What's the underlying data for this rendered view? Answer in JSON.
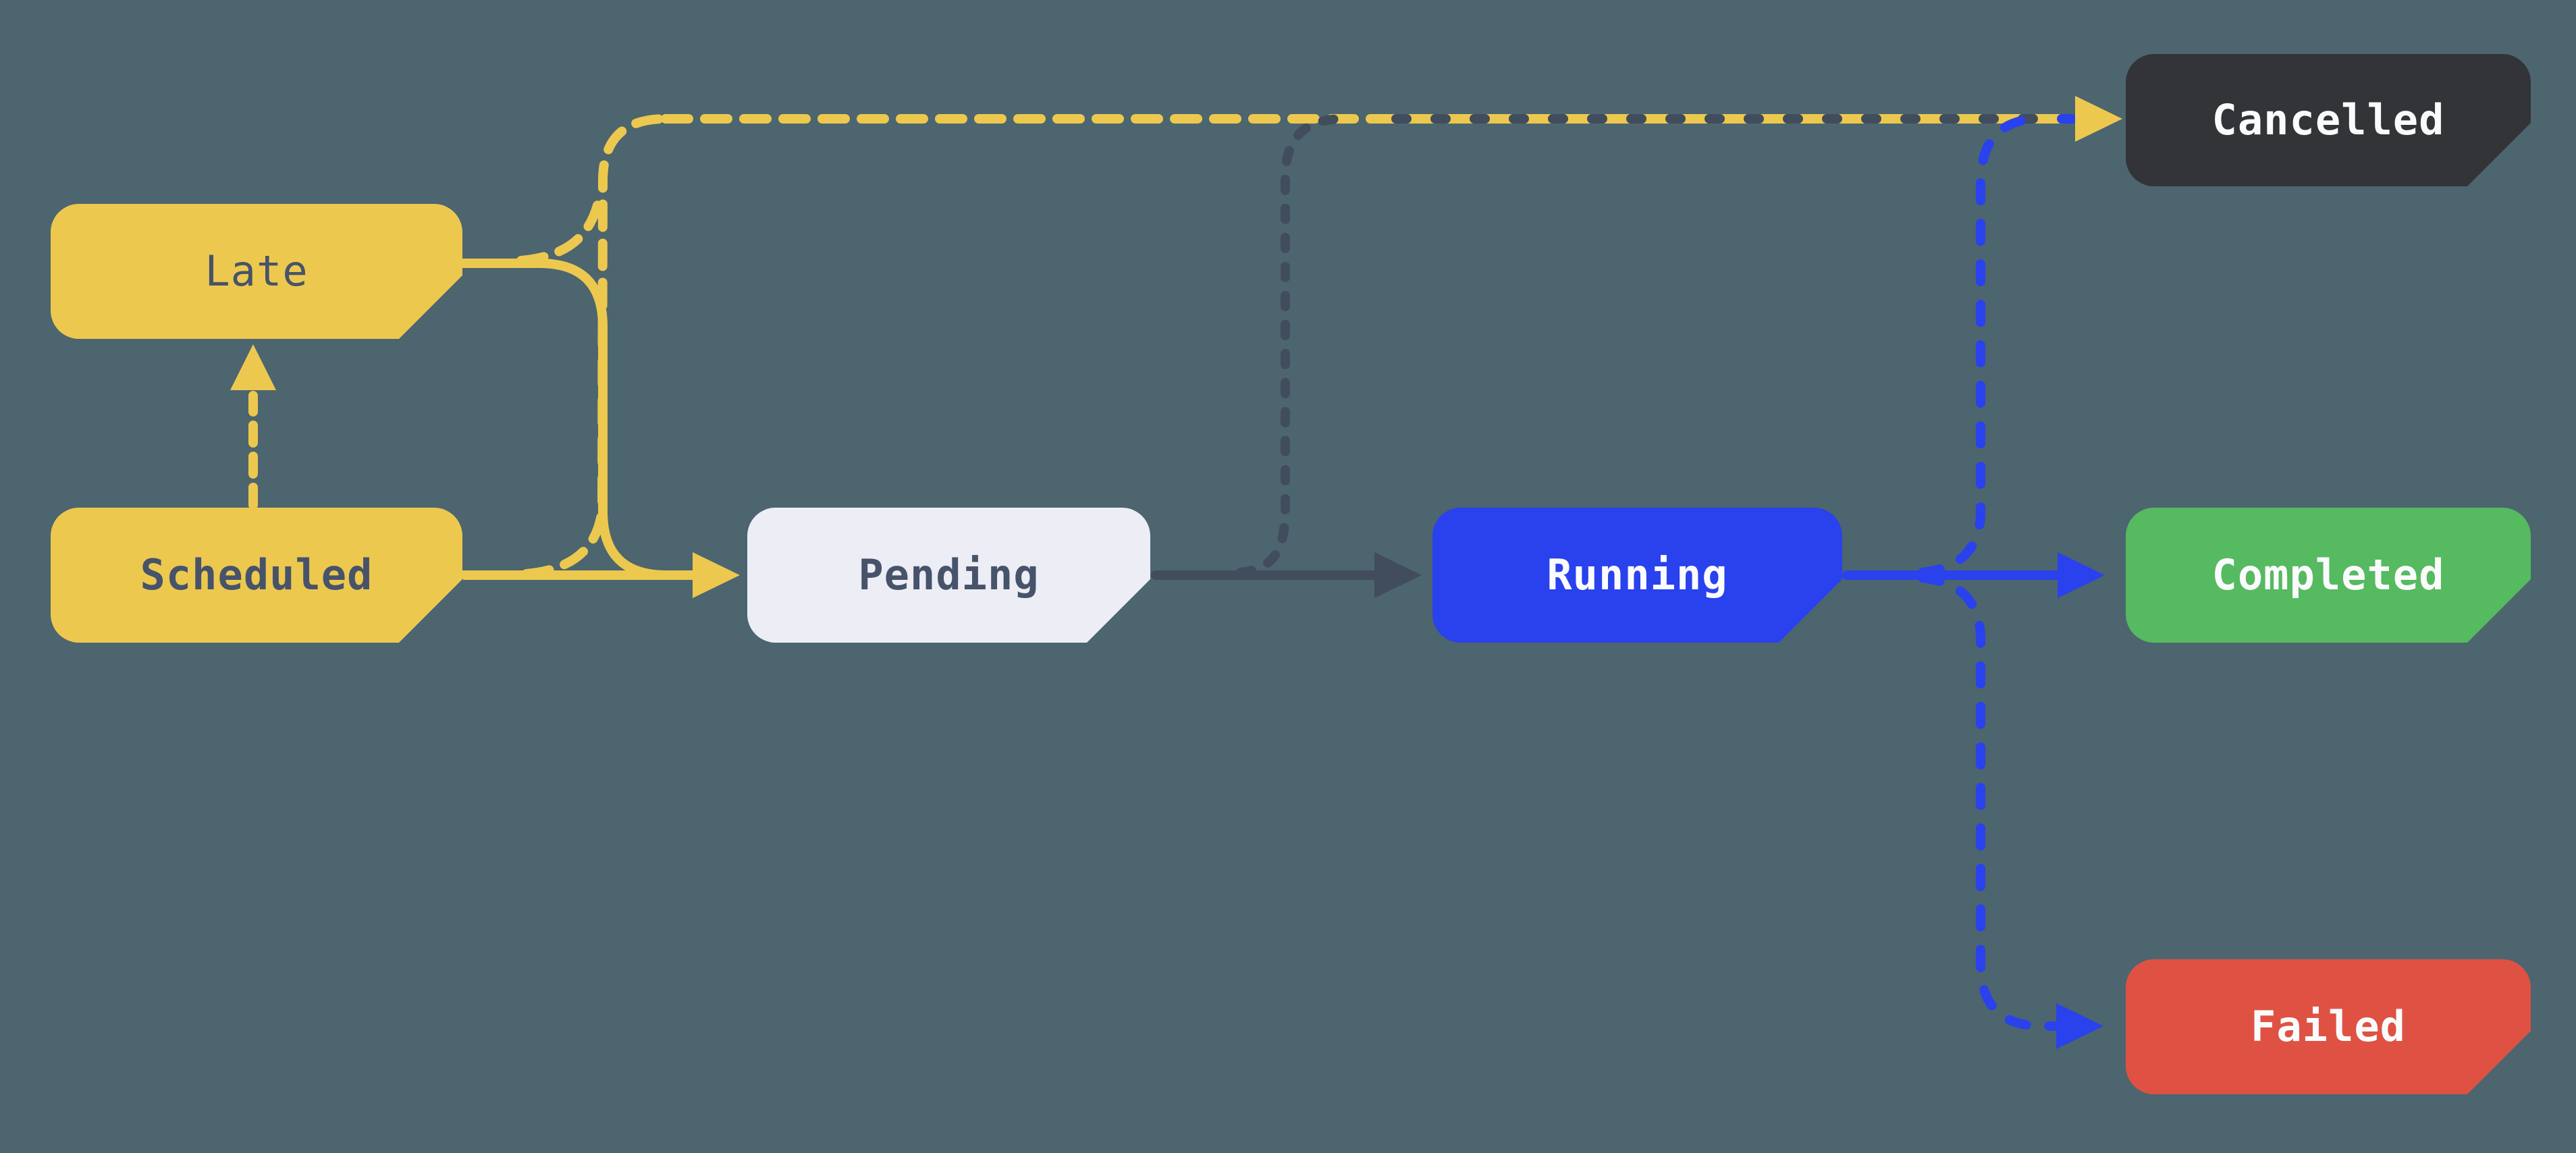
{
  "colors": {
    "background": "#4C656F",
    "yellow": "#EDC84F",
    "gray": "#414D5C",
    "blue": "#2A41EE",
    "green": "#56BA60",
    "red": "#DF5243",
    "dark": "#333437",
    "light": "#ECEDF5",
    "text_dark": "#46536A",
    "text_light": "#FAFBFC"
  },
  "diagram": {
    "nodes": {
      "late": {
        "label": "Late",
        "bg": "#EDC84F",
        "fg": "#46536A"
      },
      "scheduled": {
        "label": "Scheduled",
        "bg": "#EDC84F",
        "fg": "#46536A"
      },
      "pending": {
        "label": "Pending",
        "bg": "#ECEDF5",
        "fg": "#46536A"
      },
      "running": {
        "label": "Running",
        "bg": "#2A41EE",
        "fg": "#FAFBFC"
      },
      "cancelled": {
        "label": "Cancelled",
        "bg": "#333437",
        "fg": "#FAFBFC"
      },
      "completed": {
        "label": "Completed",
        "bg": "#56BA60",
        "fg": "#FAFBFC"
      },
      "failed": {
        "label": "Failed",
        "bg": "#DF5243",
        "fg": "#FAFBFC"
      }
    },
    "edges": [
      {
        "from": "Scheduled",
        "to": "Late",
        "style": "dashed",
        "color": "#EDC84F"
      },
      {
        "from": "Late",
        "to": "Pending",
        "style": "solid",
        "color": "#EDC84F"
      },
      {
        "from": "Scheduled",
        "to": "Pending",
        "style": "solid",
        "color": "#EDC84F"
      },
      {
        "from": "Late",
        "to": "Cancelled",
        "style": "dashed",
        "color": "#EDC84F"
      },
      {
        "from": "Scheduled",
        "to": "Cancelled",
        "style": "dashed",
        "color": "#EDC84F"
      },
      {
        "from": "Pending",
        "to": "Running",
        "style": "solid",
        "color": "#414D5C"
      },
      {
        "from": "Pending",
        "to": "Cancelled",
        "style": "dashed",
        "color": "#414D5C"
      },
      {
        "from": "Running",
        "to": "Completed",
        "style": "solid",
        "color": "#2A41EE"
      },
      {
        "from": "Running",
        "to": "Cancelled",
        "style": "dashed",
        "color": "#2A41EE"
      },
      {
        "from": "Running",
        "to": "Failed",
        "style": "dashed",
        "color": "#2A41EE"
      }
    ]
  }
}
